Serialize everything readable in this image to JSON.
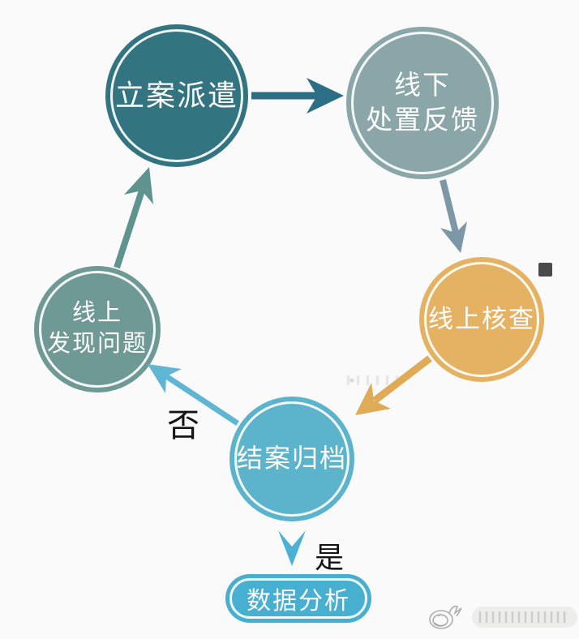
{
  "background_color": "#FBFAFA",
  "diagram": {
    "nodes": {
      "dispatch": {
        "label": "立案派遣",
        "color": "#327480"
      },
      "offline_feedback": {
        "line1": "线下",
        "line2": "处置反馈",
        "color": "#8BA6A9"
      },
      "online_verify": {
        "label": "线上核查",
        "color": "#E4B262"
      },
      "online_discover": {
        "line1": "线上",
        "line2": "发现问题",
        "color": "#6F9995"
      },
      "archive": {
        "label": "结案归档",
        "color": "#5BB4CB"
      },
      "data_analysis": {
        "label": "数据分析",
        "color": "#47AFD0"
      }
    },
    "edges": {
      "dispatch_to_offline": {
        "color": "#2B6E86"
      },
      "offline_to_verify": {
        "color": "#7C98A8"
      },
      "verify_to_archive": {
        "color": "#E0AB57"
      },
      "archive_to_discover": {
        "color": "#5FB6D3",
        "label": "否"
      },
      "discover_to_dispatch": {
        "color": "#5E938F"
      },
      "archive_to_analysis": {
        "color": "#4AB1D6",
        "label": "是"
      }
    },
    "decor": {
      "dark_square_color": "#4A4A4A",
      "watermark_ink": "#9B9B9B"
    }
  }
}
